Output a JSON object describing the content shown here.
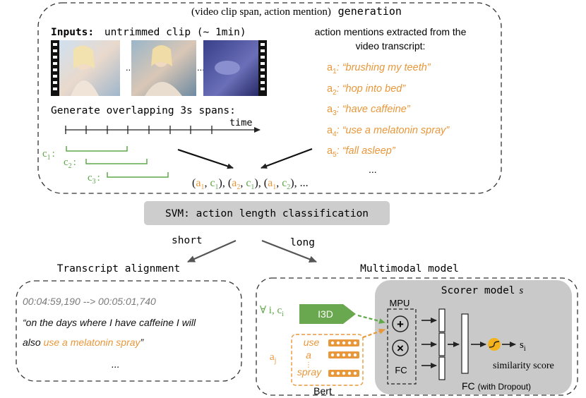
{
  "colors": {
    "orange": "#e8973a",
    "green": "#5fa84a",
    "gray_box": "#cdcdcd",
    "scorer_bg": "#c9c9c9",
    "dash": "#333333",
    "text": "#111111"
  },
  "top_panel": {
    "title_serif": "(video clip span, action mention)",
    "title_mono": "generation",
    "inputs_label": "Inputs:",
    "inputs_text": "untrimmed clip (~ 1min)",
    "ellipsis_frames": "...",
    "spans_text": "Generate overlapping 3s spans:",
    "time_label": "time",
    "mentions_heading_1": "action mentions extracted from the",
    "mentions_heading_2": "video transcript:",
    "mentions": [
      {
        "sym": "a",
        "sub": "1",
        "text": ": “brushing my teeth”"
      },
      {
        "sym": "a",
        "sub": "2",
        "text": ": “hop into bed”"
      },
      {
        "sym": "a",
        "sub": "3",
        "text": ": “have caffeine”"
      },
      {
        "sym": "a",
        "sub": "4",
        "text": ": “use a melatonin spray”"
      },
      {
        "sym": "a",
        "sub": "5",
        "text": ": “fall asleep”"
      }
    ],
    "mentions_more": "...",
    "clips": [
      {
        "sym": "c",
        "sub": "1",
        "suffix": ":"
      },
      {
        "sym": "c",
        "sub": "2",
        "suffix": ":"
      },
      {
        "sym": "c",
        "sub": "3",
        "suffix": ":"
      }
    ],
    "pairs_text": "(a1, c1), (a2, c1), (a1, c2), ..."
  },
  "svm": {
    "label": "SVM: action length classification"
  },
  "branches": {
    "short": "short",
    "long": "long"
  },
  "transcript": {
    "title": "Transcript alignment",
    "timestamp": "00:04:59,190 --> 00:05:01,740",
    "quote_line1": "“on the days where I have caffeine I will",
    "quote_line2_prefix": "also ",
    "quote_line2_action": "use a melatonin spray",
    "quote_line2_suffix": "”",
    "more": "..."
  },
  "multimodal": {
    "title": "Multimodal model",
    "forall_label": "∀ i, c",
    "forall_sub": "i",
    "i3d_label": "I3D",
    "aj_label": "a",
    "aj_sub": "j",
    "bert_tokens": [
      "use",
      "a",
      "spray"
    ],
    "bert_vdots": "⋮",
    "bert_label": "Bert",
    "scorer_title": "Scorer model",
    "scorer_var": "s",
    "mpu_label": "MPU",
    "fc_small_label": "FC",
    "plus_symbol": "+",
    "times_symbol": "×",
    "output_label": "s",
    "output_sub": "i",
    "similarity_label": "similarity score",
    "fc_bottom_label": "FC",
    "fc_bottom_note": "(with Dropout)"
  }
}
